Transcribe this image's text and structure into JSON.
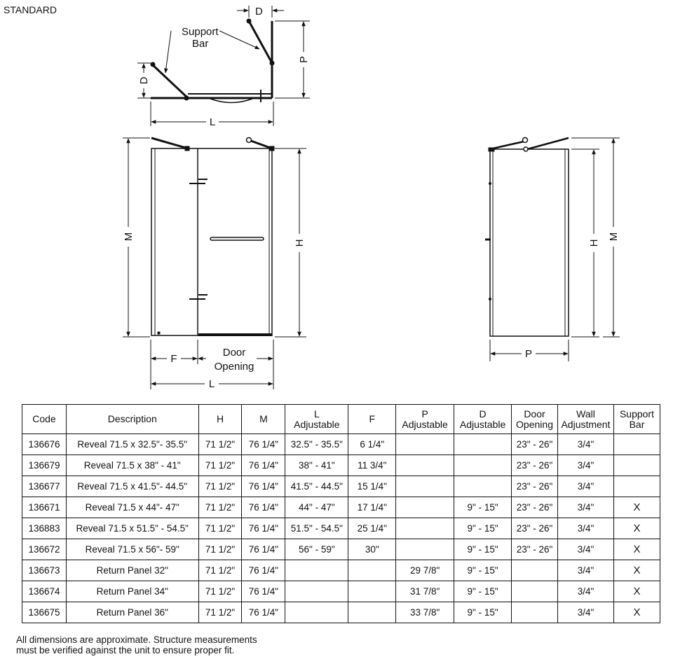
{
  "heading": "STANDARD",
  "diagram_labels": {
    "support_bar_line1": "Support",
    "support_bar_line2": "Bar",
    "D": "D",
    "P": "P",
    "L": "L",
    "M": "M",
    "H": "H",
    "F": "F",
    "door_opening_line1": "Door",
    "door_opening_line2": "Opening"
  },
  "table": {
    "headers": [
      {
        "line1": "Code",
        "line2": ""
      },
      {
        "line1": "Description",
        "line2": ""
      },
      {
        "line1": "H",
        "line2": ""
      },
      {
        "line1": "M",
        "line2": ""
      },
      {
        "line1": "L",
        "line2": "Adjustable"
      },
      {
        "line1": "F",
        "line2": ""
      },
      {
        "line1": "P",
        "line2": "Adjustable"
      },
      {
        "line1": "D",
        "line2": "Adjustable"
      },
      {
        "line1": "Door",
        "line2": "Opening"
      },
      {
        "line1": "Wall",
        "line2": "Adjustment"
      },
      {
        "line1": "Support",
        "line2": "Bar"
      }
    ],
    "rows": [
      [
        "136676",
        "Reveal 71.5 x 32.5\"- 35.5\"",
        "71 1/2\"",
        "76 1/4\"",
        "32.5\" - 35.5\"",
        "6 1/4\"",
        "",
        "",
        "23\" - 26\"",
        "3/4\"",
        ""
      ],
      [
        "136679",
        "Reveal 71.5 x 38\" - 41\"",
        "71 1/2\"",
        "76 1/4\"",
        "38\" - 41\"",
        "11 3/4\"",
        "",
        "",
        "23\" - 26\"",
        "3/4\"",
        ""
      ],
      [
        "136677",
        "Reveal 71.5 x 41.5\"- 44.5\"",
        "71 1/2\"",
        "76 1/4\"",
        "41.5\" - 44.5\"",
        "15 1/4\"",
        "",
        "",
        "23\" - 26\"",
        "3/4\"",
        ""
      ],
      [
        "136671",
        "Reveal 71.5 x 44\"- 47\"",
        "71 1/2\"",
        "76 1/4\"",
        "44\" - 47\"",
        "17 1/4\"",
        "",
        "9\" - 15\"",
        "23\" - 26\"",
        "3/4\"",
        "X"
      ],
      [
        "136883",
        "Reveal 71.5 x 51.5\" - 54.5\"",
        "71 1/2\"",
        "76 1/4\"",
        "51.5\" - 54.5\"",
        "25 1/4\"",
        "",
        "9\" - 15\"",
        "23\" - 26\"",
        "3/4\"",
        "X"
      ],
      [
        "136672",
        "Reveal 71.5 x 56\"- 59\"",
        "71 1/2\"",
        "76 1/4\"",
        "56\" - 59\"",
        "30\"",
        "",
        "9\" - 15\"",
        "23\" - 26\"",
        "3/4\"",
        "X"
      ],
      [
        "136673",
        "Return Panel 32\"",
        "71 1/2\"",
        "76 1/4\"",
        "",
        "",
        "29 7/8\"",
        "9\" - 15\"",
        "",
        "3/4\"",
        "X"
      ],
      [
        "136674",
        "Return Panel 34\"",
        "71 1/2\"",
        "76 1/4\"",
        "",
        "",
        "31 7/8\"",
        "9\" - 15\"",
        "",
        "3/4\"",
        "X"
      ],
      [
        "136675",
        "Return Panel 36\"",
        "71 1/2\"",
        "76 1/4\"",
        "",
        "",
        "33 7/8\"",
        "9\" - 15\"",
        "",
        "3/4\"",
        "X"
      ]
    ]
  },
  "note_line1": "All dimensions are approximate. Structure measurements",
  "note_line2": "must be verified against the unit to ensure proper fit."
}
